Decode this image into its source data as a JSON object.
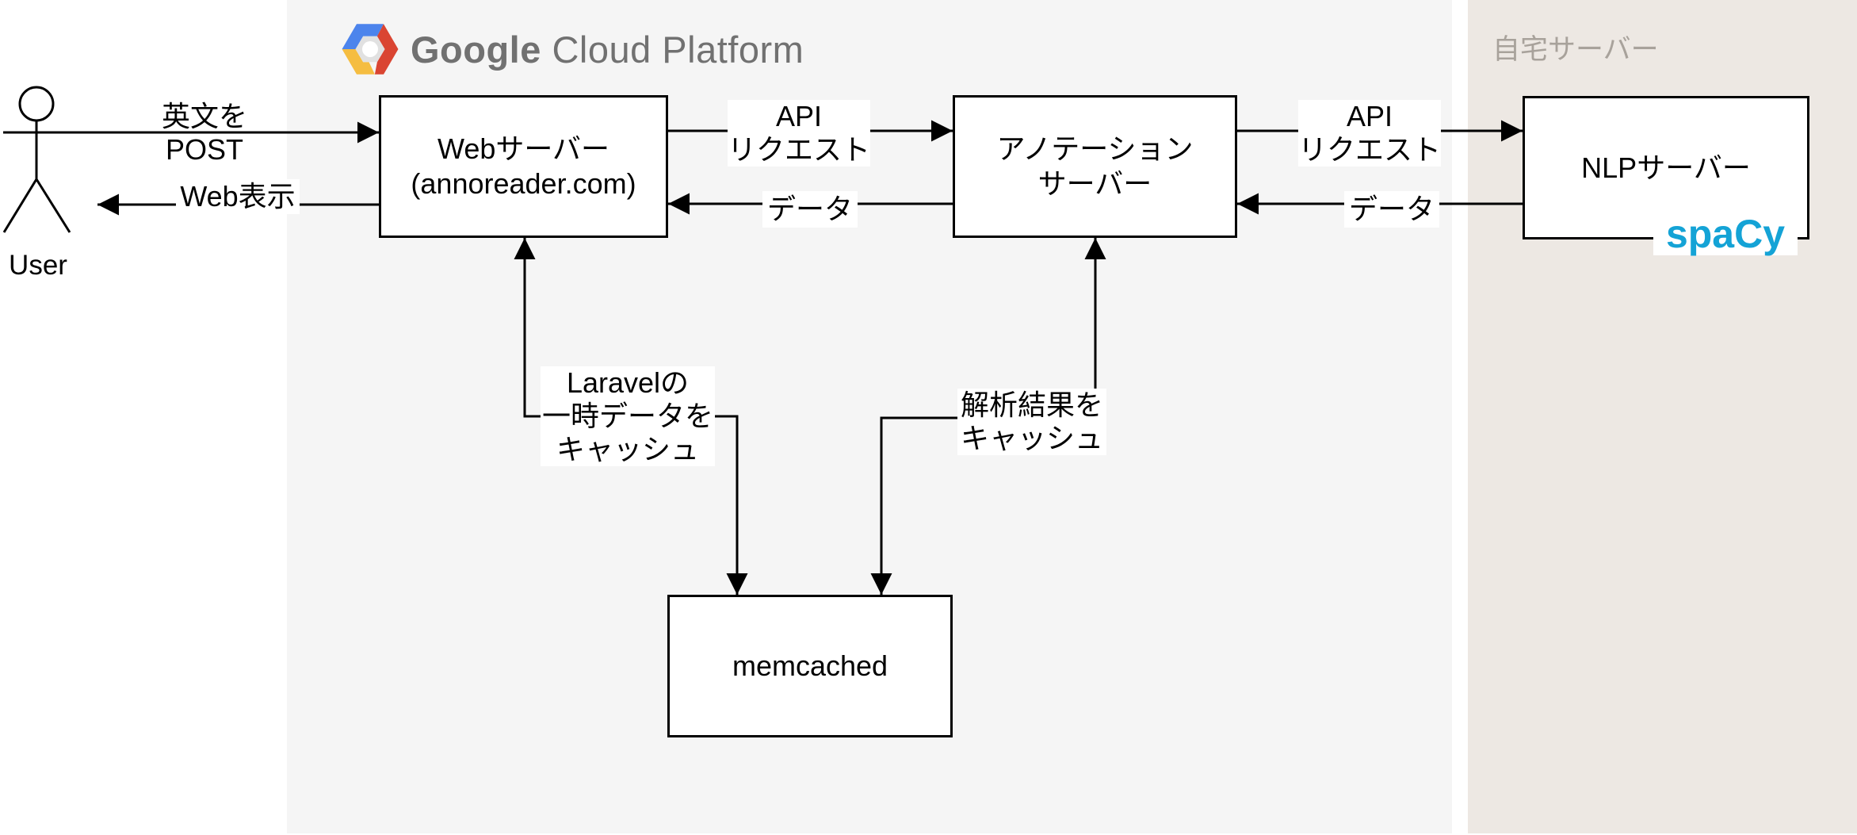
{
  "regions": {
    "gcp": {
      "title_bold": "Google",
      "title_rest": " Cloud Platform"
    },
    "home": {
      "title": "自宅サーバー"
    }
  },
  "actor": {
    "label": "User"
  },
  "nodes": {
    "web_server": {
      "line1": "Webサーバー",
      "line2": "(annoreader.com)"
    },
    "annotation_server": {
      "line1": "アノテーション",
      "line2": "サーバー"
    },
    "nlp_server": {
      "label": "NLPサーバー",
      "badge": "spaCy"
    },
    "memcached": {
      "label": "memcached"
    }
  },
  "edges": {
    "user_to_web": {
      "line1": "英文を",
      "line2": "POST"
    },
    "web_to_user": {
      "label": "Web表示"
    },
    "web_to_annotation": {
      "line1": "API",
      "line2": "リクエスト"
    },
    "annotation_to_web": {
      "label": "データ"
    },
    "annotation_to_nlp": {
      "line1": "API",
      "line2": "リクエスト"
    },
    "nlp_to_annotation": {
      "label": "データ"
    },
    "web_memcached": {
      "line1": "Laravelの",
      "line2": "一時データを",
      "line3": "キャッシュ"
    },
    "annotation_memcached": {
      "line1": "解析結果を",
      "line2": "キャッシュ"
    }
  },
  "colors": {
    "gcp_region_bg": "#f5f5f5",
    "home_region_bg": "#ede8e3",
    "gcp_title_text": "#717171",
    "home_title_text": "#a8a29b",
    "spacy_brand": "#14a3d6",
    "line": "#000000"
  }
}
